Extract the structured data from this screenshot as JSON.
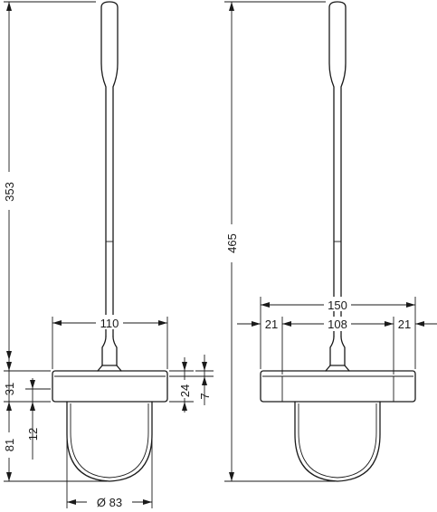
{
  "dimensions": {
    "left_height_total": "353",
    "left_holder_height": "31",
    "left_bowl_offset": "12",
    "left_bowl_height": "81",
    "left_width": "110",
    "left_thickness": "24",
    "left_slot": "7",
    "left_diameter": "Ø 83",
    "right_height_total": "465",
    "right_width": "150",
    "right_side_left": "21",
    "right_inner": "108",
    "right_side_right": "21"
  }
}
